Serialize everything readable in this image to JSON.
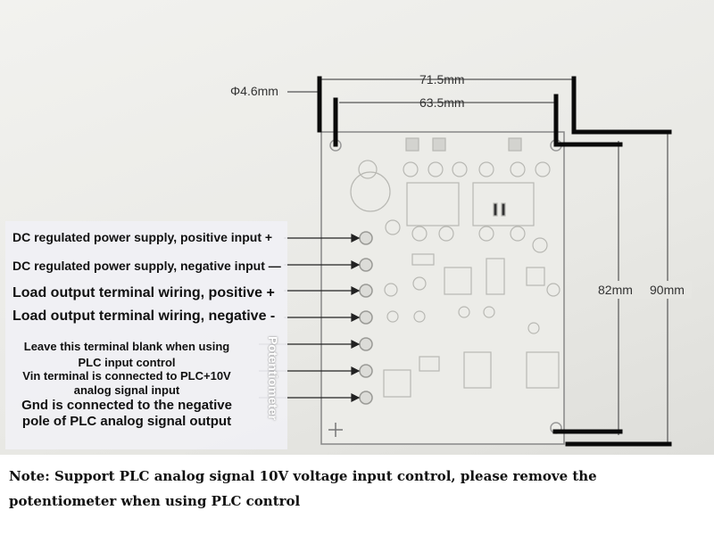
{
  "dimensions": {
    "hole_diameter": "Φ4.6mm",
    "outer_width": "71.5mm",
    "inner_width": "63.5mm",
    "inner_height": "82mm",
    "outer_height": "90mm"
  },
  "terminals": [
    {
      "label": "DC regulated power supply, positive input",
      "sign": "+"
    },
    {
      "label": "DC regulated power supply, negative input",
      "sign": "—"
    },
    {
      "label": "Load output terminal wiring, positive",
      "sign": "+"
    },
    {
      "label": "Load output terminal wiring, negative",
      "sign": "-"
    },
    {
      "label": "Leave this terminal blank when using PLC input control",
      "sign": ""
    },
    {
      "label": "Vin terminal is connected to PLC+10V analog signal input",
      "sign": ""
    },
    {
      "label": "Gnd is connected to the negative pole of PLC analog signal output",
      "sign": ""
    }
  ],
  "potentiometer_label": "Potentiometer",
  "note": "Note: Support PLC analog signal 10V voltage input control, please remove the potentiometer when using PLC control"
}
